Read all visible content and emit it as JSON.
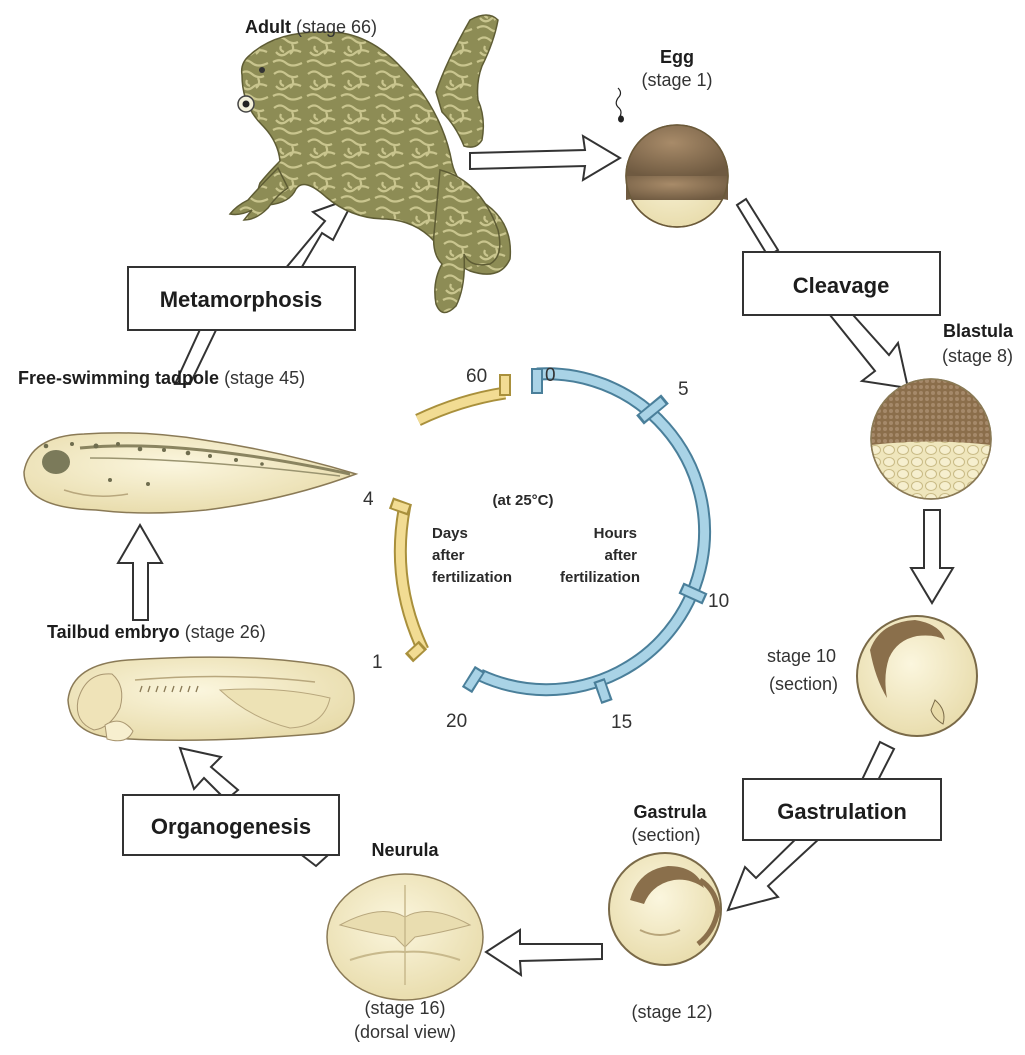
{
  "stages": {
    "adult": {
      "name": "Adult",
      "detail": "(stage 66)"
    },
    "egg": {
      "name": "Egg",
      "detail": "(stage 1)"
    },
    "blastula": {
      "name": "Blastula",
      "detail": "(stage 8)"
    },
    "stage10": {
      "line1": "stage 10",
      "line2": "(section)"
    },
    "gastrula": {
      "name": "Gastrula",
      "detail": "(section)",
      "stage": "(stage 12)"
    },
    "neurula": {
      "name": "Neurula",
      "stage": "(stage 16)",
      "view": "(dorsal view)"
    },
    "tailbud": {
      "name": "Tailbud embryo",
      "detail": "(stage 26)"
    },
    "tadpole": {
      "name": "Free-swimming tadpole",
      "detail": "(stage 45)"
    }
  },
  "processes": {
    "cleavage": "Cleavage",
    "gastrulation": "Gastrulation",
    "organogenesis": "Organogenesis",
    "metamorphosis": "Metamorphosis"
  },
  "clock": {
    "temperature": "(at 25°C)",
    "hours_label": [
      "Hours",
      "after",
      "fertilization"
    ],
    "days_label": [
      "Days",
      "after",
      "fertilization"
    ],
    "hour_ticks": [
      "0",
      "5",
      "10",
      "15",
      "20"
    ],
    "day_ticks": [
      "1",
      "4",
      "60"
    ],
    "hours_color": "#a9d3e6",
    "days_color": "#f2dc93"
  }
}
